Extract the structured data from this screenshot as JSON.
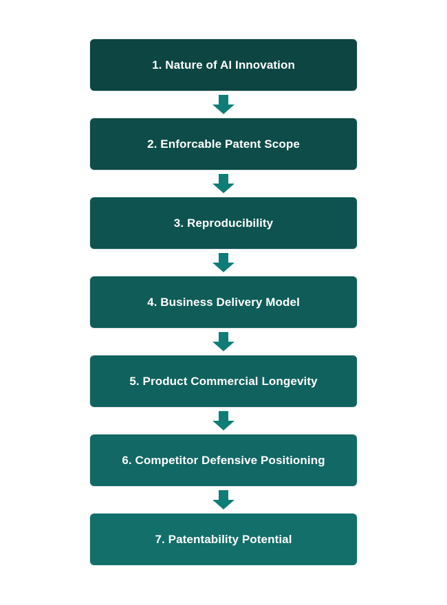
{
  "flowchart": {
    "steps": [
      {
        "label": "1. Nature of AI Innovation",
        "color": "#0c4542"
      },
      {
        "label": "2. Enforcable Patent Scope",
        "color": "#0d4c49"
      },
      {
        "label": "3. Reproducibility",
        "color": "#0e5350"
      },
      {
        "label": "4. Business Delivery Model",
        "color": "#0f5c58"
      },
      {
        "label": "5. Product Commercial Longevity",
        "color": "#10625e"
      },
      {
        "label": "6. Competitor Defensive Positioning",
        "color": "#116864"
      },
      {
        "label": "7. Patentability Potential",
        "color": "#126f6a"
      }
    ],
    "arrow_color": "#0f7d77",
    "arrow_icon": "arrow-down-icon"
  }
}
